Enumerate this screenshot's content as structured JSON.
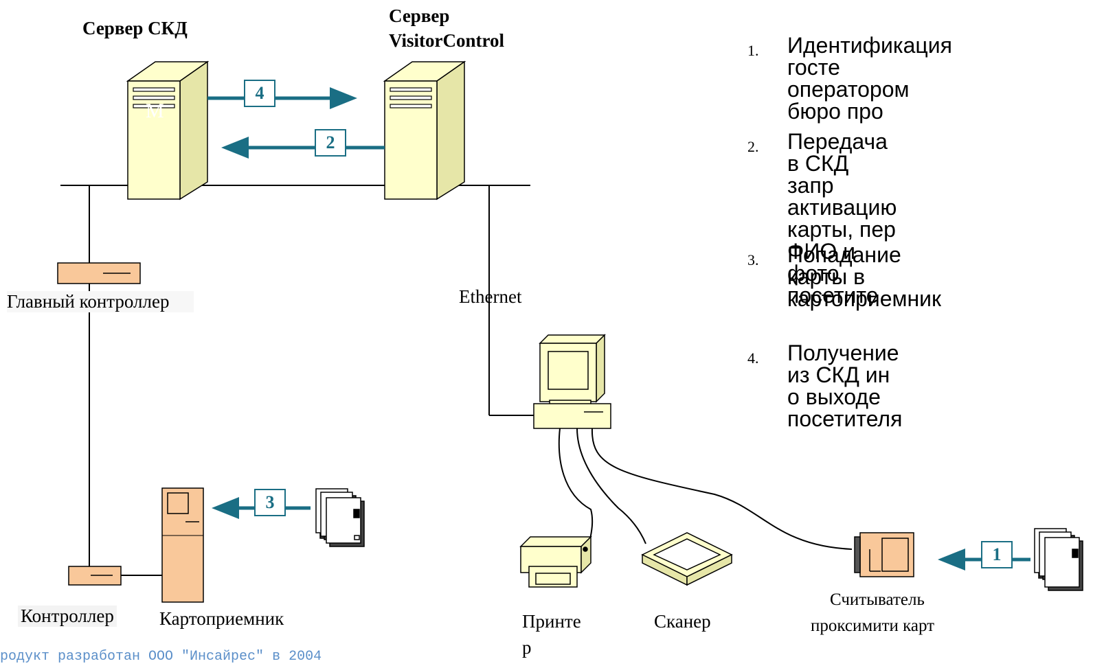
{
  "labels": {
    "skd_server": "Сервер СКД",
    "vc_server_line1": "Сервер",
    "vc_server_line2": "VisitorControl",
    "main_controller": "Главный контроллер",
    "ethernet": "Ethernet",
    "controller": "Контроллер",
    "card_collector": "Картоприемник",
    "printer_line1": "Принте",
    "printer_line2": "р",
    "scanner": "Сканер",
    "reader_line1": "Считыватель",
    "reader_line2": "проксимити карт",
    "server_mark": "M"
  },
  "badges": [
    "4",
    "2",
    "3",
    "1"
  ],
  "steps": [
    {
      "num": "1.",
      "lines": [
        "Идентификация госте",
        "оператором бюро про"
      ]
    },
    {
      "num": "2.",
      "lines": [
        "Передача в СКД запр",
        "активацию карты, пер",
        "ФИО и фото посетите"
      ]
    },
    {
      "num": "3.",
      "lines": [
        "Попадание карты в",
        "картоприемник"
      ]
    },
    {
      "num": "4.",
      "lines": [
        "Получение из СКД ин",
        "о выходе посетителя"
      ]
    }
  ],
  "footer": "родукт разработан ООО \"Инсайрес\" в 2004",
  "colors": {
    "arrow": "#1a6e84",
    "server_fill": "#ffffcc",
    "controller_fill": "#f9c89a",
    "line": "#000000"
  }
}
